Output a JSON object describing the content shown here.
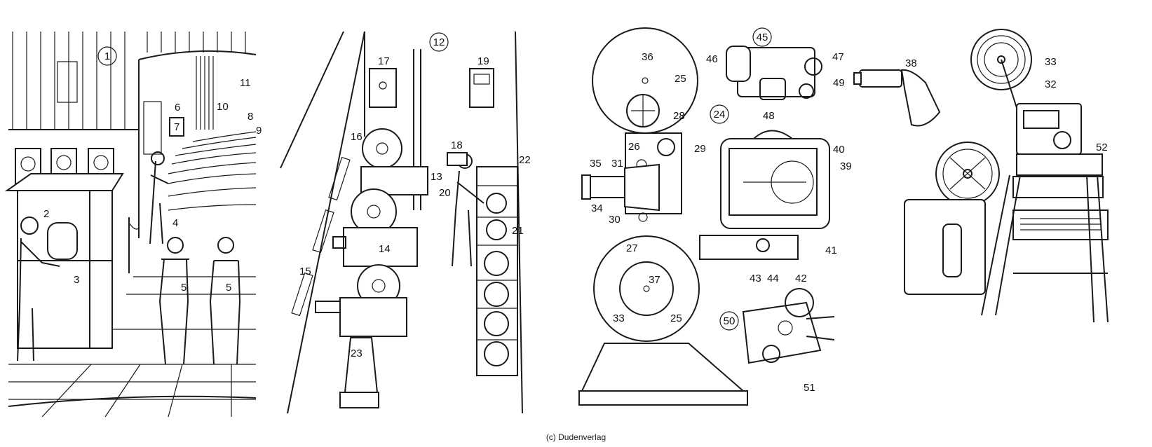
{
  "panels": {
    "foyer": {
      "circled": [
        "1"
      ],
      "labels": [
        "2",
        "3",
        "4",
        "5",
        "5",
        "6",
        "7",
        "8",
        "9",
        "10",
        "11"
      ]
    },
    "projection_room": {
      "circled": [
        "12"
      ],
      "labels": [
        "13",
        "14",
        "15",
        "16",
        "17",
        "18",
        "19",
        "20",
        "21",
        "22",
        "23"
      ]
    },
    "projector": {
      "circled": [
        "24",
        "45",
        "50"
      ],
      "labels": [
        "25",
        "25",
        "26",
        "27",
        "28",
        "29",
        "30",
        "31",
        "33",
        "34",
        "35",
        "36",
        "37",
        "39",
        "40",
        "41",
        "42",
        "43",
        "44",
        "46",
        "47",
        "48",
        "49",
        "51"
      ]
    },
    "portable": {
      "labels": [
        "32",
        "33",
        "38",
        "52"
      ]
    }
  },
  "footer": "(c) Dudenverlag"
}
